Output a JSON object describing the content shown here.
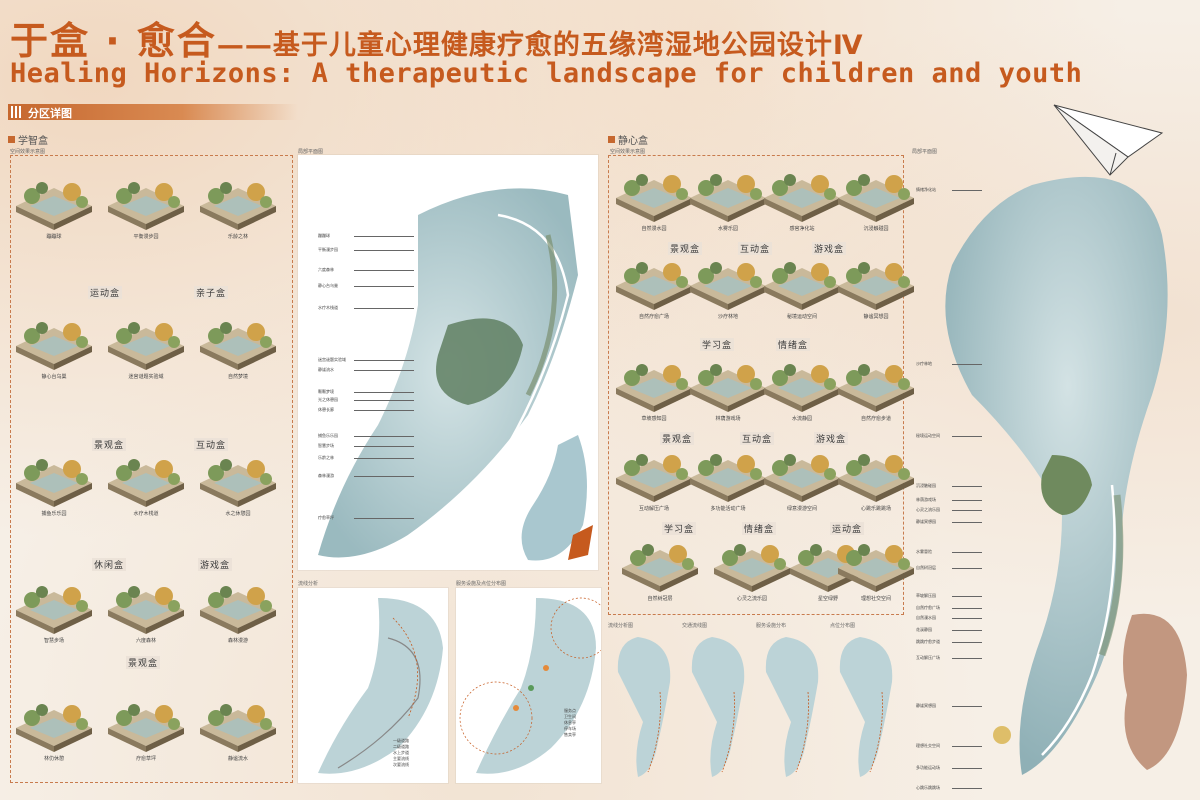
{
  "title_cn": "于盒 · 愈合",
  "title_cn_sub": "——基于儿童心理健康疗愈的五缘湾湿地公园设计Ⅳ",
  "title_en": "Healing Horizons: A therapeutic landscape for children and youth",
  "section": "分区详图",
  "left": {
    "group": "学智盒",
    "caption": "空间效果示意图",
    "cells": [
      "蹦蹦球",
      "平衡漫步园",
      "乐龄之林",
      "静心台乌巢",
      "迷宫谜题实验域",
      "自然梦境",
      "捕鱼乐乐园",
      "水疗木栈道",
      "水之休憩园",
      "智慧步场",
      "六度森林",
      "森林漫游",
      "林仂休憩",
      "疗愈草坪",
      "静谧流水"
    ],
    "zones": [
      "运动盒",
      "亲子盒",
      "景观盒",
      "互动盒",
      "休闲盒",
      "游戏盒",
      "景观盒"
    ]
  },
  "left_map": {
    "caption": "局部平面图",
    "labels": [
      "蹦蹦球",
      "平衡漫步园",
      "六度森林",
      "静心台乌巢",
      "水疗木栈道",
      "迷宫谜题实验域",
      "静谧流水",
      "颗颗梦境",
      "光之休憩园",
      "休憩长廊",
      "捕鱼乐乐园",
      "智慧步场",
      "乐龄之林",
      "森林漫游",
      "疗愈草坪"
    ]
  },
  "flow": {
    "caption": "流线分析",
    "legend": [
      "一级道路",
      "二级道路",
      "水上步道",
      "主要流线",
      "次要流线"
    ]
  },
  "service": {
    "caption": "服务设施及点位分布图",
    "legend": [
      "服务点",
      "卫生间",
      "休息亭",
      "停车场",
      "售卖亭"
    ]
  },
  "right": {
    "group": "静心盒",
    "caption": "空间效果示意图",
    "cells": [
      "自然漫水园",
      "水雾乐园",
      "感官净化站",
      "沉浸触碰园",
      "自然疗愈广场",
      "沙疗林地",
      "秘境运动空间",
      "静谧冥想园",
      "草坡感知园",
      "林荫游戏场",
      "水流静园",
      "自然疗愈步道",
      "互动解压广场",
      "多功能活动广场",
      "绿意漫游空间",
      "心跳乐跳跳场",
      "自然树冠层",
      "心灵之流乐园",
      "星空绿野",
      "理想社交空间"
    ],
    "zones": [
      "景观盒",
      "互动盒",
      "游戏盒",
      "学习盒",
      "情绪盒",
      "景观盒",
      "互动盒",
      "游戏盒",
      "学习盒",
      "情绪盒",
      "运动盒"
    ]
  },
  "right_bottom": [
    "流线分析图",
    "交通流线图",
    "服务设施分布",
    "点位分布图"
  ],
  "right_map": {
    "caption": "局部平面图",
    "labels": [
      "情绪净化站",
      "沙疗林地",
      "秘境运动空间",
      "沉浸触碰园",
      "林荫游戏场",
      "心灵之流乐园",
      "静谧冥想园",
      "水雾冒险",
      "自然树冠层",
      "草坡解压园",
      "自然疗愈广场",
      "自然漫水园",
      "花溪静园",
      "跳跳疗愈步道",
      "互动解压广场",
      "静谧冥想园",
      "理想社交空间",
      "多功能运动场",
      "心跳乐跳跳场"
    ]
  },
  "colors": {
    "accent": "#c65a1e",
    "water": "#a7c6cc",
    "forest": "#6f8a5e"
  }
}
